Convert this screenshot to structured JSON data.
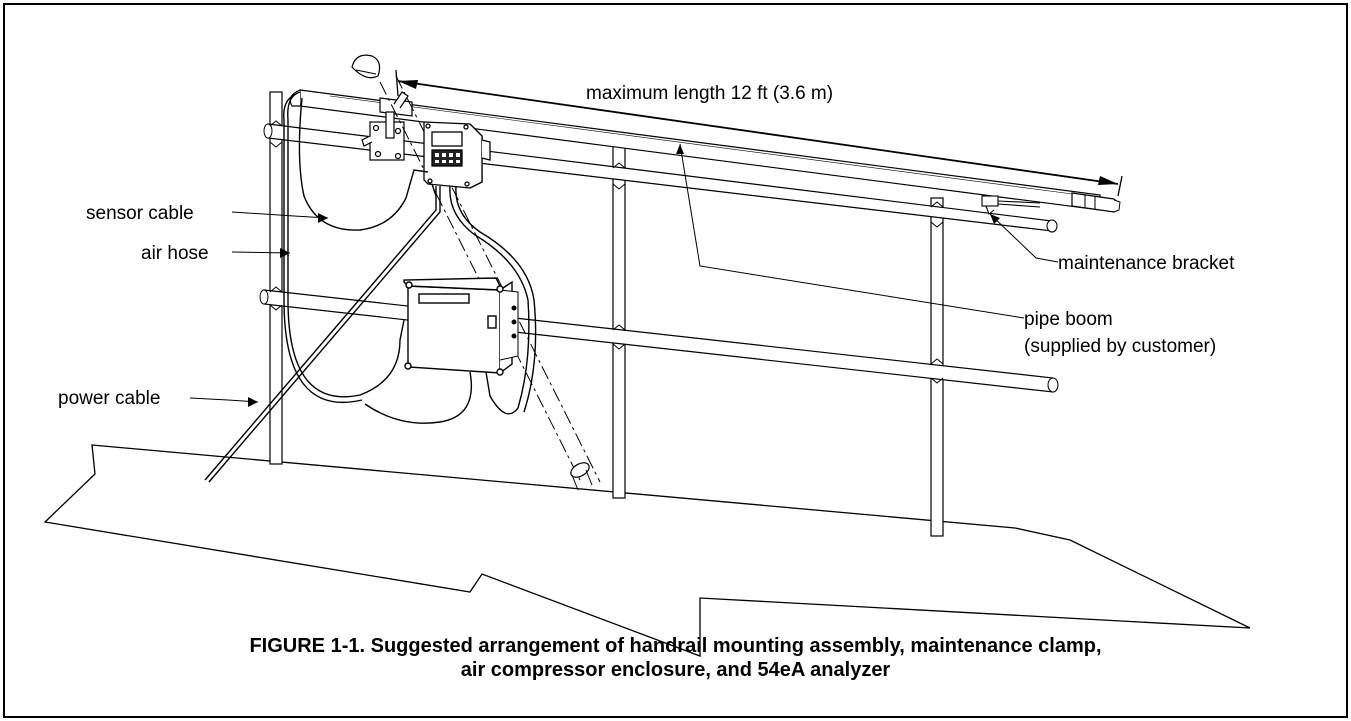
{
  "labels": {
    "max_length": "maximum length 12 ft (3.6 m)",
    "sensor_cable": "sensor cable",
    "air_hose": "air hose",
    "power_cable": "power cable",
    "maintenance_bracket": "maintenance bracket",
    "pipe_boom_line1": "pipe boom",
    "pipe_boom_line2": "(supplied by customer)"
  },
  "caption": {
    "line1": "FIGURE 1-1. Suggested arrangement of handrail mounting assembly, maintenance clamp,",
    "line2": "air compressor enclosure, and 54eA analyzer"
  }
}
